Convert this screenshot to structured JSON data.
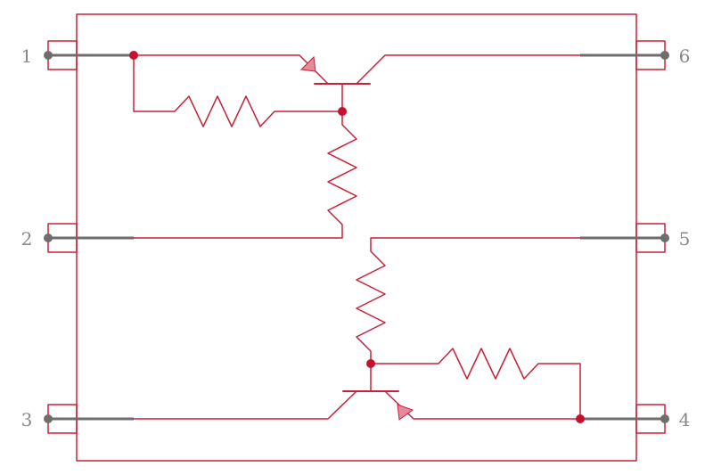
{
  "colors": {
    "wire": "#c8203a",
    "junction": "#c8102e",
    "pin": "#6e6e6e",
    "pin_label": "#888888",
    "arrow_fill": "#e58a99",
    "background": "#ffffff"
  },
  "pins": [
    {
      "number": "1",
      "side": "left"
    },
    {
      "number": "2",
      "side": "left"
    },
    {
      "number": "3",
      "side": "left"
    },
    {
      "number": "4",
      "side": "right"
    },
    {
      "number": "5",
      "side": "right"
    },
    {
      "number": "6",
      "side": "right"
    }
  ]
}
